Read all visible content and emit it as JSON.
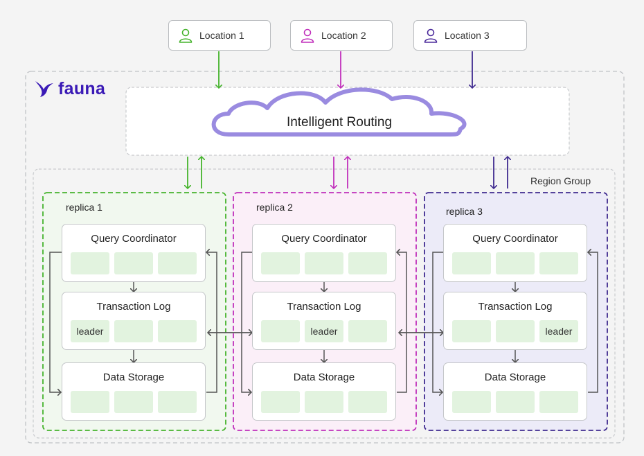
{
  "locations": [
    {
      "label": "Location 1",
      "color": "#45b32c",
      "icon": "person-icon"
    },
    {
      "label": "Location 2",
      "color": "#c02fbb",
      "icon": "person-icon"
    },
    {
      "label": "Location 3",
      "color": "#4b2a9b",
      "icon": "person-icon"
    }
  ],
  "logo": {
    "text": "fauna",
    "icon": "bird-icon",
    "color": "#3a1ab6"
  },
  "routing": {
    "label": "Intelligent Routing",
    "icon": "cloud-icon",
    "cloud_color": "#9a8be0"
  },
  "region_group": {
    "label": "Region Group"
  },
  "replicas": [
    {
      "label": "replica 1",
      "border_color": "#45b32c",
      "bg_color": "#f1f8ef",
      "cards": [
        {
          "title": "Query Coordinator",
          "cells": [
            "",
            "",
            ""
          ]
        },
        {
          "title": "Transaction Log",
          "cells": [
            "leader",
            "",
            ""
          ]
        },
        {
          "title": "Data Storage",
          "cells": [
            "",
            "",
            ""
          ]
        }
      ]
    },
    {
      "label": "replica 2",
      "border_color": "#c02fbb",
      "bg_color": "#fbeff8",
      "cards": [
        {
          "title": "Query Coordinator",
          "cells": [
            "",
            "",
            ""
          ]
        },
        {
          "title": "Transaction Log",
          "cells": [
            "",
            "leader",
            ""
          ]
        },
        {
          "title": "Data Storage",
          "cells": [
            "",
            "",
            ""
          ]
        }
      ]
    },
    {
      "label": "replica 3",
      "border_color": "#3f2a8f",
      "bg_color": "#ecebf8",
      "cards": [
        {
          "title": "Query Coordinator",
          "cells": [
            "",
            "",
            ""
          ]
        },
        {
          "title": "Transaction Log",
          "cells": [
            "",
            "",
            "leader"
          ]
        },
        {
          "title": "Data Storage",
          "cells": [
            "",
            "",
            ""
          ]
        }
      ]
    }
  ],
  "connector_color": "#555555"
}
